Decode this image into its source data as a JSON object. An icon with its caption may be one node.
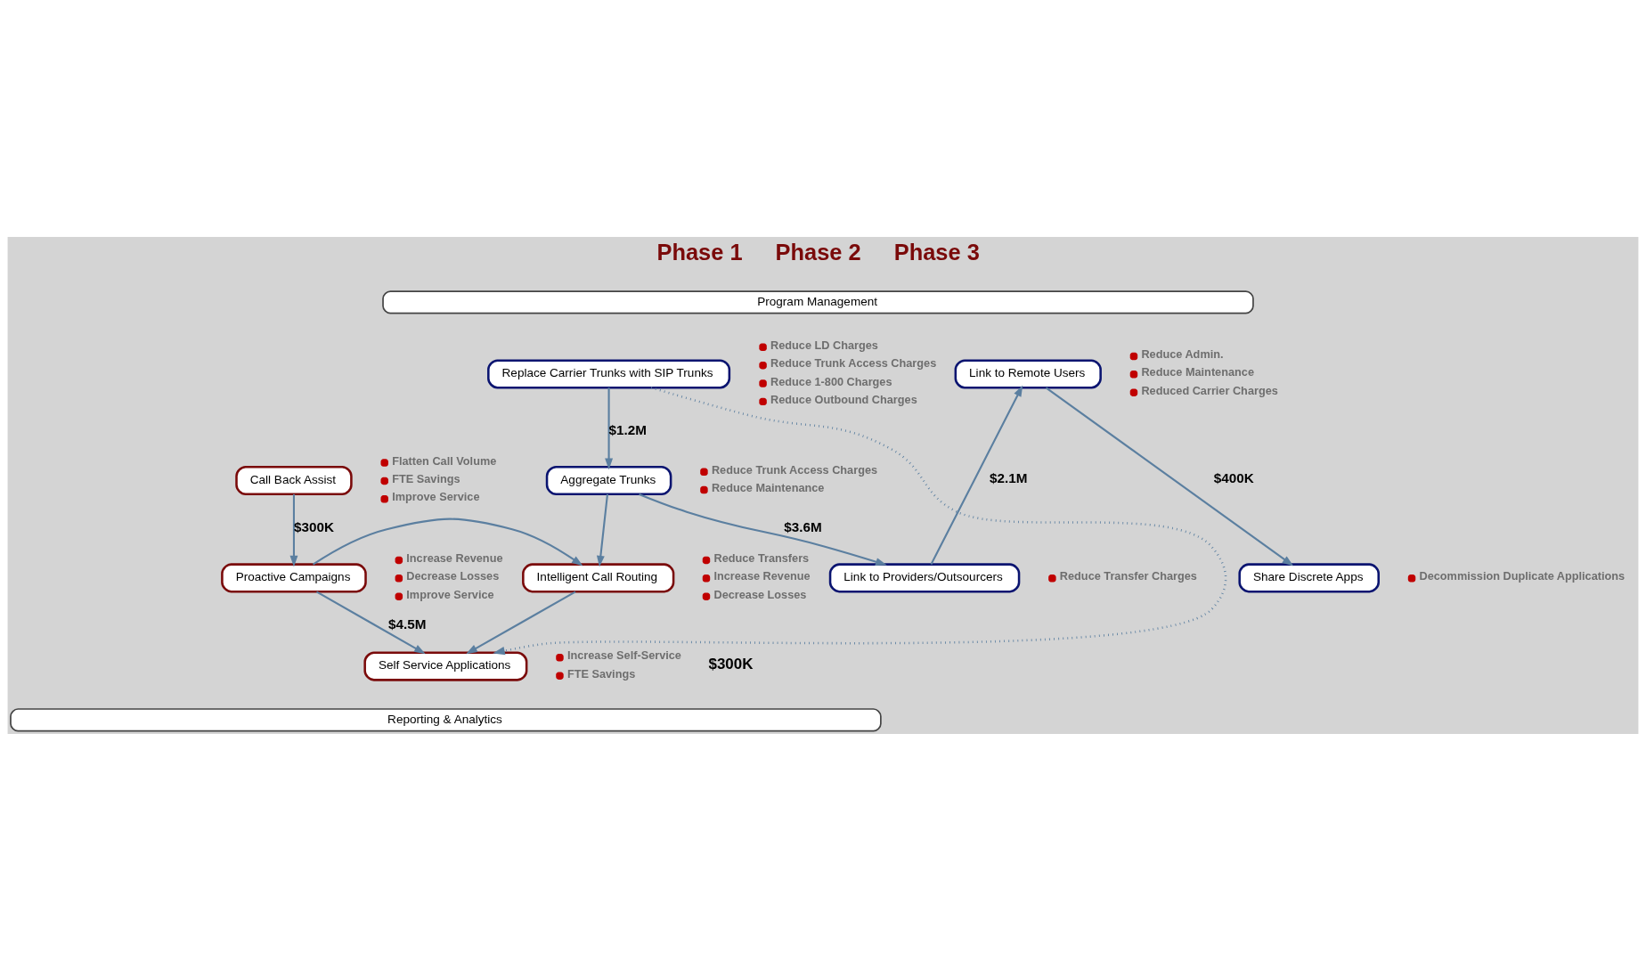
{
  "diagram": {
    "nodes": [
      {
        "text": [
          "Program Management"
        ]
      },
      {
        "text": [
          "Replace Carrier Trunks with SIP Trunks"
        ],
        "beside": [
          "Reduce LD Charges",
          "Reduce Trunk Access Charges",
          "Reduce 1-800 Charges",
          "Reduce Outbound Charges"
        ]
      },
      {
        "text": [
          "Aggregate Trunks"
        ],
        "beside": [
          "Reduce Trunk Access Charges",
          "Reduce Maintenance"
        ]
      },
      {
        "text": [
          "Link to Providers/Outsourcers"
        ],
        "beside": [
          "Reduce Transfer Charges"
        ]
      },
      {
        "text": [
          "Link to Remote Users"
        ],
        "beside": [
          "Reduce Admin.",
          "Reduce Maintenance",
          "Reduced Carrier Charges"
        ]
      },
      {
        "text": [
          "Share Discrete Apps"
        ],
        "beside": [
          "Decommission Duplicate Applications"
        ]
      },
      {
        "text": [
          "Call Back Assist"
        ],
        "beside": [
          "Flatten Call Volume",
          "FTE Savings",
          "Improve Service"
        ]
      },
      {
        "text": [
          "Proactive Campaigns"
        ],
        "beside": [
          "Increase Revenue",
          "Decrease Losses",
          "Improve Service"
        ]
      },
      {
        "text": [
          "Intelligent Call Routing"
        ],
        "beside": [
          "Reduce Transfers",
          "Increase Revenue",
          "Decrease Losses"
        ]
      },
      {
        "text": [
          "Self Service Applications"
        ],
        "beside": [
          "Increase Self-Service",
          "FTE Savings"
        ]
      },
      {
        "text": [
          "Reporting & Analytics"
        ]
      }
    ],
    "edges": [
      {
        "from": 1,
        "to": 2,
        "arrow": "to",
        "label": "$1.2M"
      },
      {
        "from": 1,
        "to": 9,
        "arrow": "to",
        "style": "dashed"
      },
      {
        "from": 2,
        "to": 3,
        "arrow": "to",
        "label": "$3.6M"
      },
      {
        "from": 2,
        "to": 8,
        "arrow": "to"
      },
      {
        "from": 3,
        "to": 4,
        "arrow": "to",
        "label": "$2.1M"
      },
      {
        "from": 4,
        "to": 5,
        "arrow": "to",
        "label": "$400K"
      },
      {
        "from": 6,
        "to": 7,
        "arrow": "to",
        "label": "$300K"
      },
      {
        "from": 7,
        "to": 8,
        "arrow": "to"
      },
      {
        "from": 7,
        "to": 9,
        "arrow": "to",
        "label": "$4.5M"
      },
      {
        "from": 8,
        "to": 9,
        "arrow": "to"
      }
    ],
    "labels": [
      "Phase 1",
      "Phase 2",
      "Phase 3",
      "$300K"
    ]
  }
}
